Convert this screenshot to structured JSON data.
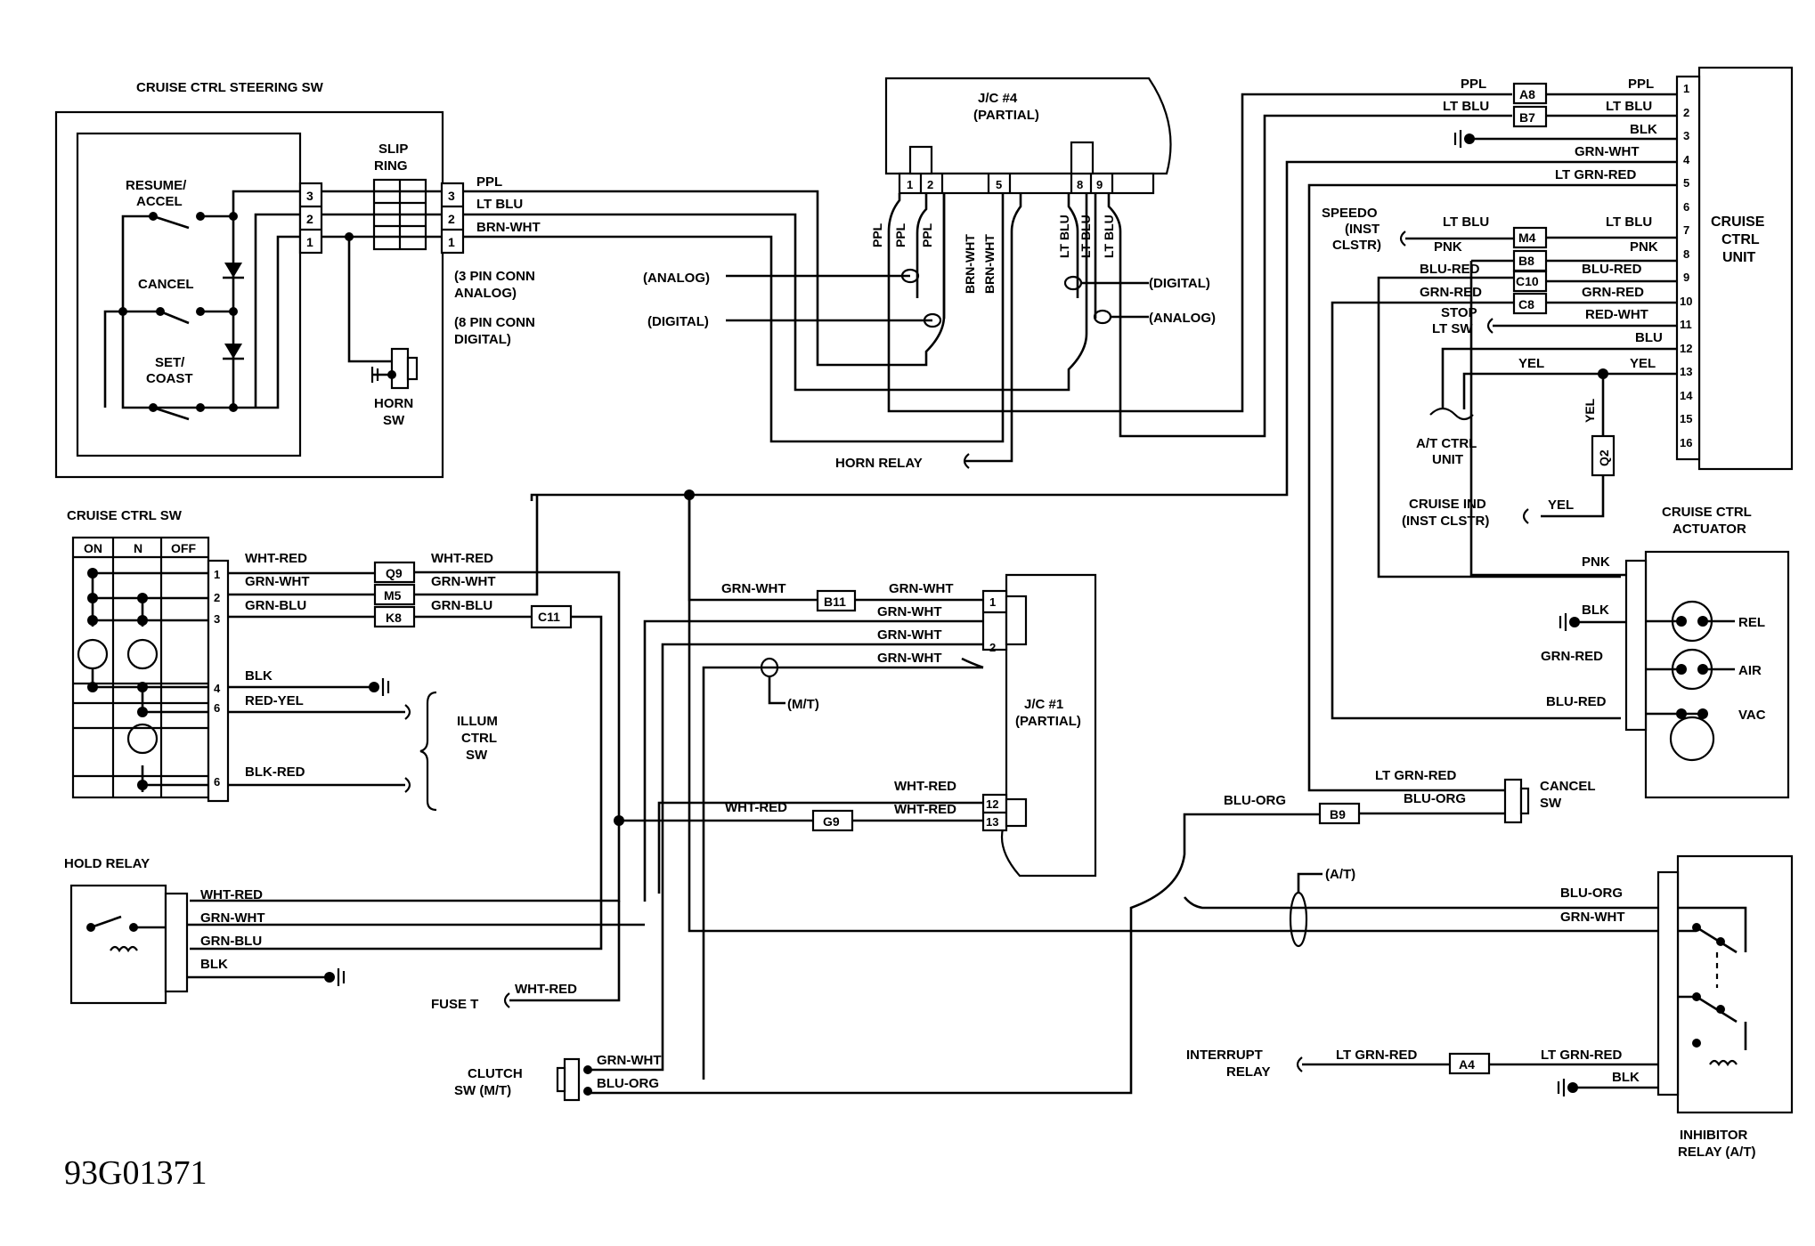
{
  "diagram_id": "93G01371",
  "labels": {
    "steer_sw_title": "CRUISE CTRL STEERING SW",
    "resume_accel_1": "RESUME/",
    "resume_accel_2": "ACCEL",
    "cancel": "CANCEL",
    "set_coast_1": "SET/",
    "set_coast_2": "COAST",
    "slip_ring_1": "SLIP",
    "slip_ring_2": "RING",
    "horn_sw_1": "HORN",
    "horn_sw_2": "SW",
    "conn3_1": "(3 PIN CONN",
    "conn3_2": "ANALOG)",
    "conn8_1": "(8 PIN CONN",
    "conn8_2": "DIGITAL)",
    "jc4_1": "J/C #4",
    "jc4_2": "(PARTIAL)",
    "analog": "(ANALOG)",
    "digital": "(DIGITAL)",
    "horn_relay": "HORN RELAY",
    "cruise_ctrl_sw": "CRUISE CTRL SW",
    "on": "ON",
    "n": "N",
    "off": "OFF",
    "illum_1": "ILLUM",
    "illum_2": "CTRL",
    "illum_3": "SW",
    "jc1_1": "J/C #1",
    "jc1_2": "(PARTIAL)",
    "mt": "(M/T)",
    "at": "(A/T)",
    "hold_relay": "HOLD RELAY",
    "fuse_t": "FUSE T",
    "clutch_1": "CLUTCH",
    "clutch_2": "SW (M/T)",
    "speedo_1": "SPEEDO",
    "speedo_2": "(INST",
    "speedo_3": "CLSTR)",
    "stop_1": "STOP",
    "stop_2": "LT SW",
    "at_ctrl_1": "A/T CTRL",
    "at_ctrl_2": "UNIT",
    "cruise_ind_1": "CRUISE IND",
    "cruise_ind_2": "(INST CLSTR)",
    "unit_1": "CRUISE",
    "unit_2": "CTRL",
    "unit_3": "UNIT",
    "actuator_1": "CRUISE CTRL",
    "actuator_2": "ACTUATOR",
    "rel": "REL",
    "air": "AIR",
    "vac": "VAC",
    "cancel_sw_1": "CANCEL",
    "cancel_sw_2": "SW",
    "interrupt_1": "INTERRUPT",
    "interrupt_2": "RELAY",
    "inhibitor_1": "INHIBITOR",
    "inhibitor_2": "RELAY (A/T)"
  },
  "wires": {
    "ppl": "PPL",
    "lt_blu": "LT BLU",
    "blk": "BLK",
    "grn_wht": "GRN-WHT",
    "lt_grn_red": "LT GRN-RED",
    "pnk": "PNK",
    "blu_red": "BLU-RED",
    "grn_red": "GRN-RED",
    "red_wht": "RED-WHT",
    "blu": "BLU",
    "yel": "YEL",
    "brn_wht": "BRN-WHT",
    "wht_red": "WHT-RED",
    "grn_blu": "GRN-BLU",
    "red_yel": "RED-YEL",
    "blk_red": "BLK-RED",
    "blu_org": "BLU-ORG"
  },
  "connectors": {
    "a8": "A8",
    "b7": "B7",
    "m4": "M4",
    "b8": "B8",
    "c10": "C10",
    "c8": "C8",
    "q2": "Q2",
    "q9": "Q9",
    "m5": "M5",
    "k8": "K8",
    "c11": "C11",
    "b11": "B11",
    "g9": "G9",
    "b9": "B9",
    "a4": "A4"
  },
  "pins": {
    "p1": "1",
    "p2": "2",
    "p3": "3",
    "p4": "4",
    "p5": "5",
    "p6": "6",
    "p7": "7",
    "p8": "8",
    "p9": "9",
    "p10": "10",
    "p11": "11",
    "p12": "12",
    "p13": "13",
    "p14": "14",
    "p15": "15",
    "p16": "16"
  }
}
